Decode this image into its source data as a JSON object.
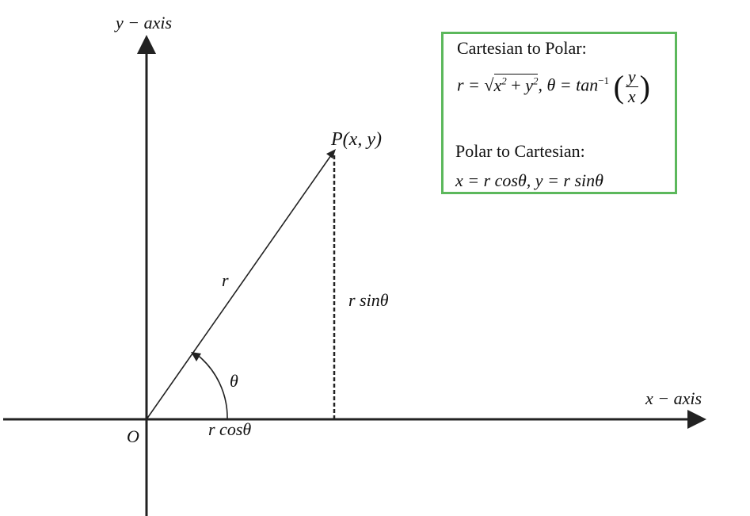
{
  "axes": {
    "y_label": "y − axis",
    "x_label": "x − axis",
    "origin_label": "O"
  },
  "point": {
    "name": "P",
    "coords": "(x, y)"
  },
  "labels": {
    "radius": "r",
    "angle": "θ",
    "r_cos": "r cosθ",
    "r_sin": "r sinθ"
  },
  "formula_box": {
    "border_color": "#5cb85c",
    "cart_to_polar_title": "Cartesian to Polar:",
    "r_eq": "r =",
    "r_radicand_x": "x",
    "r_radicand_plus": " + ",
    "r_radicand_y": "y",
    "exponent": "2",
    "sep": ",",
    "theta_eq": "θ = tan",
    "theta_exp": "−1",
    "frac_num": "y",
    "frac_den": "x",
    "polar_to_cart_title": "Polar to Cartesian:",
    "polar_to_cart_formula": "x = r cosθ,  y = r sinθ"
  }
}
